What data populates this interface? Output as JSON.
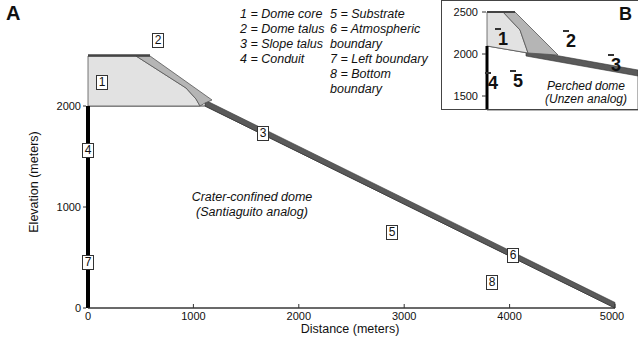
{
  "diagram": {
    "nodes": [
      {
        "text": [
          "1"
        ]
      },
      {
        "text": [
          "2"
        ]
      },
      {
        "text": [
          "3"
        ]
      },
      {
        "text": [
          "4"
        ]
      },
      {
        "text": [
          "5"
        ]
      },
      {
        "text": [
          "6"
        ]
      },
      {
        "text": [
          "7"
        ]
      },
      {
        "text": [
          "8"
        ]
      },
      {
        "text": [
          "B",
          "Perched dome (Unzen analog)"
        ]
      },
      {
        "text": [
          "1"
        ],
        "in": 8
      },
      {
        "text": [
          "2"
        ],
        "in": 8
      },
      {
        "text": [
          "3"
        ],
        "in": 8
      },
      {
        "text": [
          "4"
        ],
        "in": 8
      },
      {
        "text": [
          "5"
        ],
        "in": 8
      }
    ],
    "labels": [
      "A",
      "Elevation (meters)",
      "0",
      "1000",
      "2000",
      "0",
      "1000",
      "2000",
      "3000",
      "4000",
      "5000",
      "Distance (meters)",
      "1 = Dome core",
      "2 = Dome talus",
      "3 = Slope talus",
      "4 = Conduit",
      "5 = Substrate",
      "6 = Atmospheric boundary",
      "7 = Left boundary",
      "8 = Bottom boundary",
      "Crater-confined dome (Santiaguito analog)",
      "2500",
      "2000",
      "1500"
    ]
  }
}
